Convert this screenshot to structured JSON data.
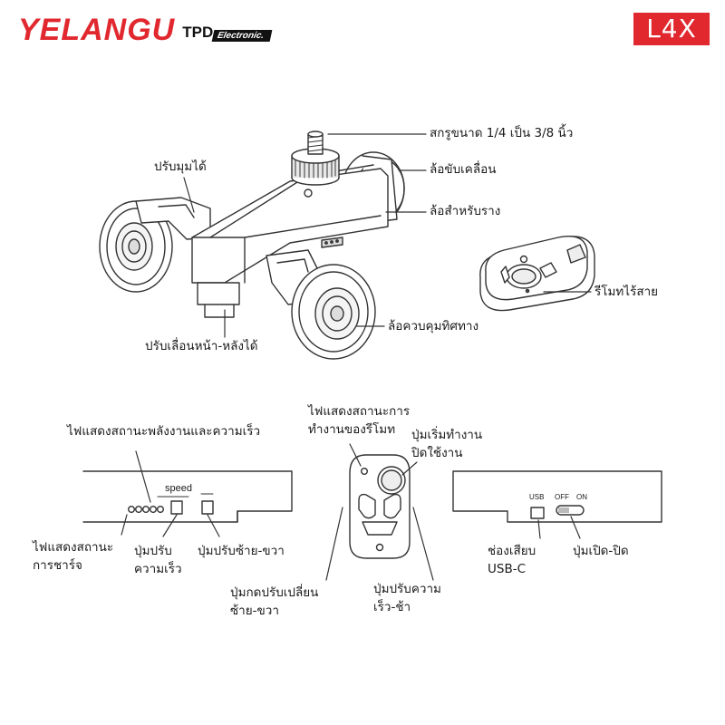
{
  "brand": {
    "name": "YELANGU",
    "sub": "TPD",
    "tag": "Electronic."
  },
  "model": "L4X",
  "colors": {
    "brand_red": "#e0282e",
    "line": "#333333"
  },
  "top_labels": {
    "adapter": "สกรูขนาด 1/4 เป็น 3/8 นิ้ว",
    "drive_wheel": "ล้อขับเคลื่อน",
    "rail_wheel": "ล้อสำหรับราง",
    "remote": "รีโมทไร้สาย",
    "steer_wheel": "ล้อควบคุมทิศทาง",
    "angle": "ปรับมุมได้",
    "slide": "ปรับเลื่อนหน้า-หลังได้"
  },
  "left_panel": {
    "speed_text": "speed",
    "led_label": "ไฟแสดงสถานะพลังงานและความเร็ว",
    "charge_line1": "ไฟแสดงสถานะ",
    "charge_line2": "การชาร์จ",
    "speed_btn_line1": "ปุ่มปรับ",
    "speed_btn_line2": "ความเร็ว",
    "dir_btn": "ปุ่มปรับซ้าย-ขวา"
  },
  "remote_panel": {
    "status_line1": "ไฟแสดงสถานะการ",
    "status_line2": "ทำงานของรีโมท",
    "start_line1": "ปุ่มเริ่มทำงาน",
    "start_line2": "ปิดใช้งาน",
    "switch_line1": "ปุ่มกดปรับเปลี่ยน",
    "switch_line2": "ซ้าย-ขวา",
    "speed_line1": "ปุ่มปรับความ",
    "speed_line2": "เร็ว-ช้า"
  },
  "right_panel": {
    "usb_text": "USB",
    "off_text": "OFF",
    "on_text": "ON",
    "usb_line1": "ช่องเสียบ",
    "usb_line2": "USB-C",
    "power_label": "ปุ่มเปิด-ปิด"
  }
}
